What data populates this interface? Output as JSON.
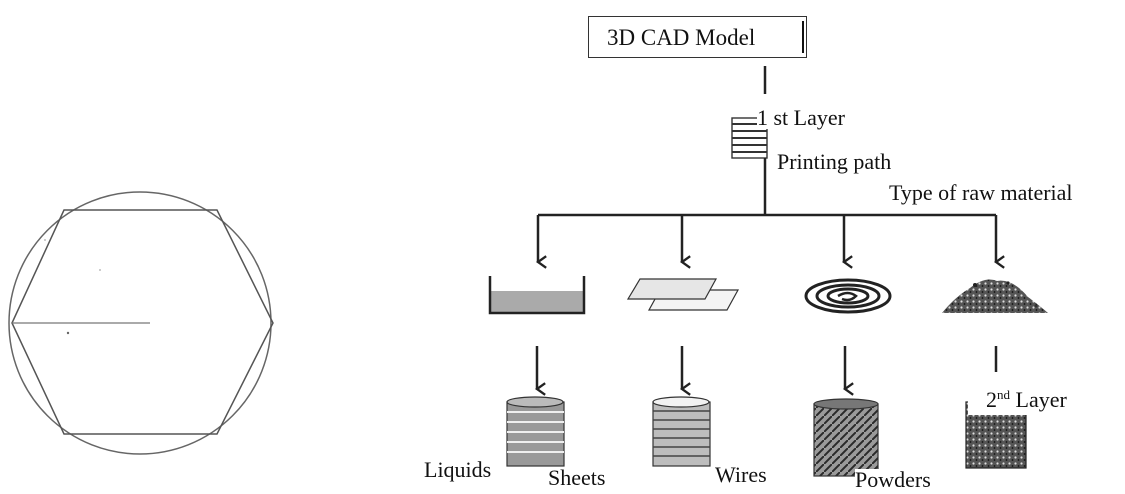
{
  "flowchart": {
    "model_box": "3D CAD Model",
    "first_layer": "1 st Layer",
    "printing_path": "Printing path",
    "raw_material_heading": "Type of raw material",
    "second_layer": {
      "base": "2",
      "sup": "nd",
      "rest": " Layer"
    },
    "materials": [
      "Liquids",
      "Sheets",
      "Wires",
      "Powders"
    ]
  }
}
